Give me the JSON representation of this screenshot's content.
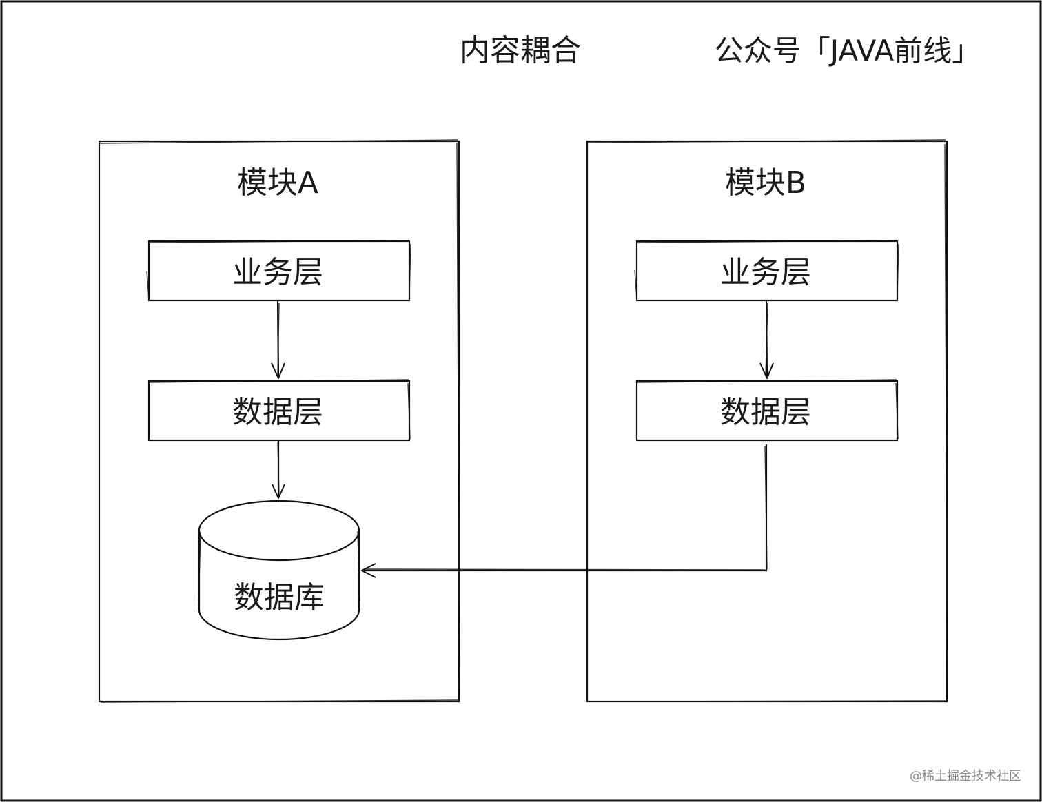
{
  "header": {
    "title": "内容耦合",
    "account": "公众号「JAVA前线」"
  },
  "module_a": {
    "title": "模块A",
    "business_layer": "业务层",
    "data_layer": "数据层",
    "database": "数据库"
  },
  "module_b": {
    "title": "模块B",
    "business_layer": "业务层",
    "data_layer": "数据层"
  },
  "watermark": "@稀土掘金技术社区"
}
